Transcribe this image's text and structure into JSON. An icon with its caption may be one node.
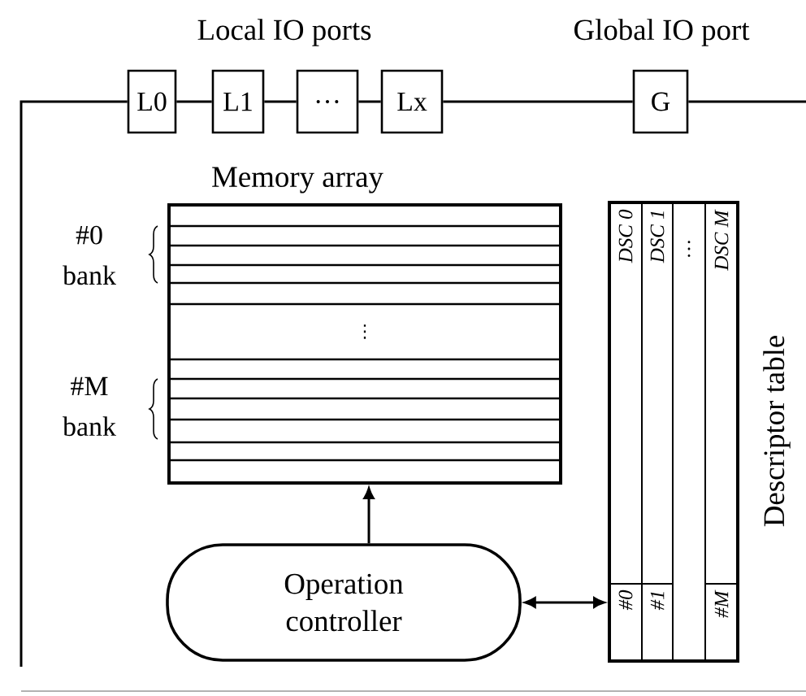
{
  "diagram": {
    "nodes": [
      {
        "text": [
          "L0"
        ]
      },
      {
        "text": [
          "L1"
        ]
      },
      {
        "text": [
          "…"
        ]
      },
      {
        "text": [
          "Lx"
        ]
      },
      {
        "text": [
          "G"
        ],
        "beside": [
          "Global IO port"
        ]
      },
      {
        "text": [
          "Memory array"
        ]
      },
      {
        "text": [
          "Operation controller"
        ]
      },
      {
        "text": [
          "Descriptor table"
        ]
      },
      {
        "text": [
          "*DSC 0*"
        ],
        "in": 7
      },
      {
        "text": [
          "*DSC 1*"
        ],
        "in": 7
      },
      {
        "text": [
          "…"
        ],
        "in": 7
      },
      {
        "text": [
          "*DSC M*"
        ],
        "in": 7
      },
      {
        "text": [
          "*#0*"
        ],
        "in": 7
      },
      {
        "text": [
          "*#1*"
        ],
        "in": 7
      },
      {
        "text": [
          "*#M*"
        ],
        "in": 7
      }
    ],
    "edges": [
      {
        "from": null,
        "to": 0,
        "arrow": "none"
      },
      {
        "from": 0,
        "to": 1,
        "arrow": "none"
      },
      {
        "from": 1,
        "to": 2,
        "arrow": "none"
      },
      {
        "from": 2,
        "to": 3,
        "arrow": "none"
      },
      {
        "from": 3,
        "to": 4,
        "arrow": "none"
      },
      {
        "from": 4,
        "to": null,
        "arrow": "none"
      },
      {
        "from": 6,
        "to": 5,
        "arrow": "to"
      },
      {
        "from": 6,
        "to": 7,
        "arrow": "both"
      }
    ],
    "labels": [
      "Local IO ports",
      "#0 bank",
      "⋮",
      "#M bank"
    ]
  }
}
